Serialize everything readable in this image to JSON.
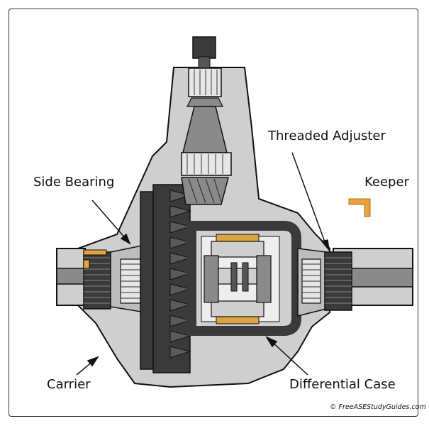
{
  "labels": {
    "threaded_adjuster": "Threaded Adjuster",
    "side_bearing": "Side Bearing",
    "keeper": "Keeper",
    "carrier": "Carrier",
    "differential_case": "Differential Case"
  },
  "copyright": "© FreeASEStudyGuides.com",
  "colors": {
    "housing": "#cfcfcf",
    "outline": "#111111",
    "dark_gear": "#3a3a3a",
    "steel": "#8a8a8a",
    "bronze": "#d9a441",
    "keeper": "#e8a33d"
  }
}
